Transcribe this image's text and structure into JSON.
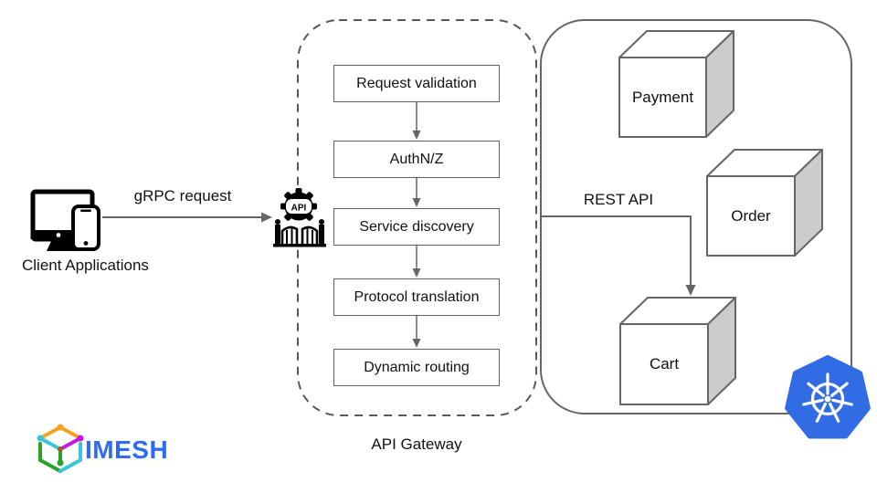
{
  "diagram": {
    "client": {
      "label": "Client Applications"
    },
    "grpc_arrow": {
      "label": "gRPC request"
    },
    "gateway": {
      "label": "API Gateway",
      "icon_text": "API",
      "steps": [
        "Request validation",
        "AuthN/Z",
        "Service discovery",
        "Protocol translation",
        "Dynamic routing"
      ]
    },
    "rest_arrow": {
      "label": "REST API"
    },
    "services": [
      {
        "label": "Payment"
      },
      {
        "label": "Order"
      },
      {
        "label": "Cart"
      }
    ]
  },
  "branding": {
    "wordmark": "IMESH"
  },
  "colors": {
    "line_gray": "#666666",
    "dashed_border_gray": "#595959",
    "cube_side_gray": "#cccccc",
    "cube_face_white": "#ffffff",
    "k8s_blue": "#326CE5",
    "imesh_blue": "#2E6BF2",
    "imesh_orange": "#F6A21E",
    "imesh_magenta": "#C517E8",
    "imesh_cyan": "#38C6D8",
    "imesh_green": "#27A327",
    "text_black": "#111111"
  }
}
